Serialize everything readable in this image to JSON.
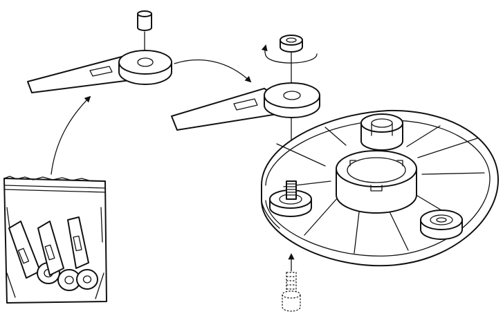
{
  "illustration": {
    "colors": {
      "line": "#111111",
      "paper": "#ffffff"
    },
    "parts": [
      "blade-bag-icon",
      "cap-nut-icon",
      "cutting-blade-icon",
      "locking-nut-icon",
      "blade-disc-icon",
      "threaded-stud-icon",
      "screw-icon"
    ],
    "steps": [
      "take-blade-from-bag",
      "insert-cap-into-blade",
      "move-blade-to-disc",
      "fit-nut-and-tighten",
      "insert-screw-from-below"
    ]
  }
}
